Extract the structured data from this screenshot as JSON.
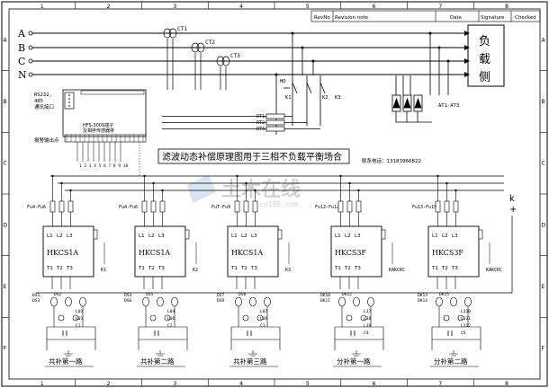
{
  "frame": {
    "column_numbers": [
      "1",
      "2",
      "3",
      "4",
      "5",
      "6",
      "7",
      "8"
    ],
    "row_letters": [
      "A",
      "B",
      "C",
      "D",
      "E",
      "F"
    ],
    "revision_header": [
      "RevNo",
      "Revision note",
      "Date",
      "Signature",
      "Checked"
    ]
  },
  "bus": {
    "phases": [
      "A",
      "B",
      "C",
      "N"
    ],
    "load_side_label": [
      "负",
      "载",
      "侧"
    ],
    "cts": [
      "CT1",
      "CT2",
      "CT3"
    ]
  },
  "controller": {
    "comm_port": [
      "RS232,",
      "485",
      "通讯接口"
    ],
    "alarm_label": "报警输出点",
    "controller_label": [
      "HFS-300S端子",
      "及相序传感器排"
    ],
    "terminal_numbers": "1 2 3 4 5 6 7 8 9 10"
  },
  "fuses": [
    "RT1",
    "RT2",
    "RT3"
  ],
  "breakers": [
    "K1",
    "K2",
    "K3"
  ],
  "lightning": [
    "HD",
    "AT1-AT3"
  ],
  "title": "滤波动态补偿原理图用于三相不负载平衡场合",
  "contact": "联系电话：13183966822",
  "watermark": "土木在线",
  "watermark_sub": "co188.com",
  "k_plus": [
    "k",
    "+"
  ],
  "modules": [
    {
      "fuse": "Fu4-Fu6",
      "name": "HKCS1A",
      "footer": "共补第一路",
      "terms": [
        "L1",
        "L2",
        "L3",
        "T1",
        "T2",
        "T3"
      ],
      "k": "K1",
      "parts": [
        "DS1",
        "DS3",
        "DS2",
        "L01",
        "L03",
        "C1"
      ]
    },
    {
      "fuse": "Fu4-Fu6",
      "name": "HKCS1A",
      "footer": "共补第二路",
      "terms": [
        "L1",
        "L2",
        "L3",
        "T1",
        "T2",
        "T3"
      ],
      "k": "K2",
      "parts": [
        "DS4",
        "DS6",
        "DS5",
        "L04",
        "L06",
        "C2"
      ]
    },
    {
      "fuse": "FuT-Fu9",
      "name": "HKCS1A",
      "footer": "共补第三路",
      "terms": [
        "L1",
        "L2",
        "L3",
        "T1",
        "T2",
        "T3"
      ],
      "k": "K3",
      "parts": [
        "DS7",
        "DS9",
        "DS8",
        "L07",
        "L09",
        "C3"
      ]
    },
    {
      "fuse": "Fu12-Fu12",
      "name": "HKCS3F",
      "footer": "分补第一路",
      "terms": [
        "L1",
        "L2",
        "L3",
        "T1",
        "T2",
        "T3"
      ],
      "k": "KAKCKC",
      "parts": [
        "DK10",
        "DK11",
        "DK12",
        "L37",
        "L38",
        "L39",
        "C4"
      ]
    },
    {
      "fuse": "Fu13-Fu15",
      "name": "HKCS3F",
      "footer": "分补第二路",
      "terms": [
        "L1",
        "L2",
        "L3",
        "T1",
        "T2",
        "T3"
      ],
      "k": "KAKCKC",
      "parts": [
        "DK13",
        "DK14",
        "DK15",
        "L310",
        "L311",
        "L312",
        "C5"
      ]
    }
  ]
}
